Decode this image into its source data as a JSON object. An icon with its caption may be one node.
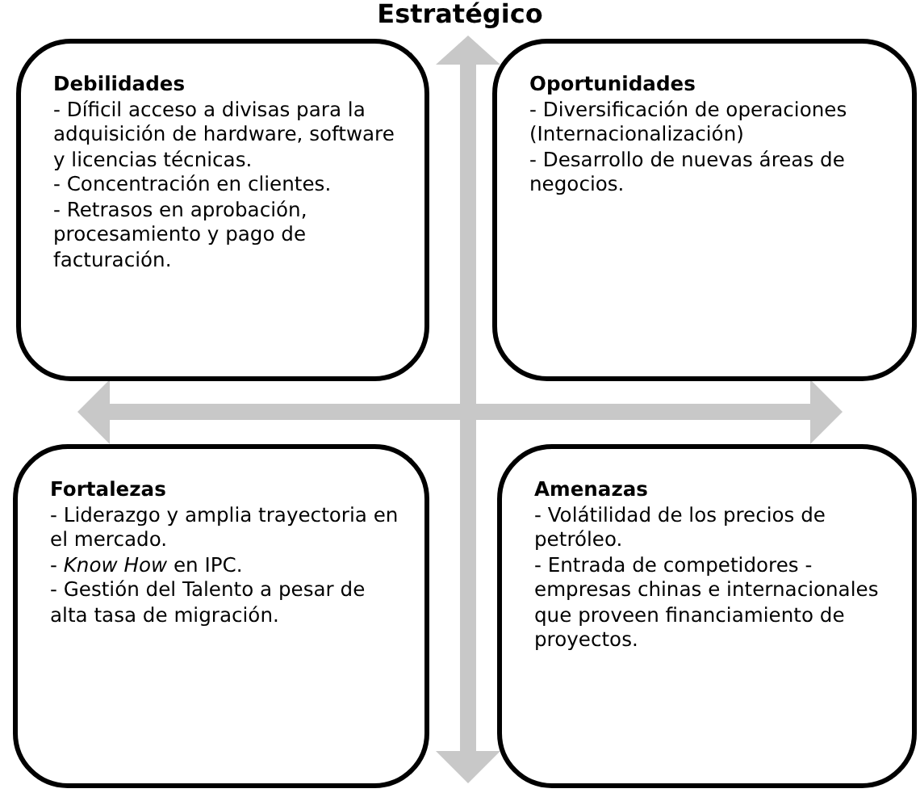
{
  "diagram": {
    "title": "Estratégico",
    "nodes": [
      {
        "text": [
          "Debilidades",
          "- Díficil acceso a divisas para la adquisición de hardware, software y licencias técnicas.",
          "- Concentración en clientes.",
          "- Retrasos en aprobación, procesamiento y pago de facturación."
        ]
      },
      {
        "text": [
          "Oportunidades",
          "- Diversificación de operaciones (Internacionalización)",
          "- Desarrollo de nuevas áreas de negocios."
        ]
      },
      {
        "text": [
          "Fortalezas",
          "- Liderazgo y amplia trayectoria en el mercado.",
          "- *Know How* en IPC.",
          "- Gestión del Talento a pesar de alta tasa de migración."
        ]
      },
      {
        "text": [
          "Amenazas",
          "- Volátilidad de los precios de petróleo.",
          "- Entrada de competidores - empresas chinas e internacionales que proveen financiamiento de proyectos."
        ]
      }
    ]
  }
}
